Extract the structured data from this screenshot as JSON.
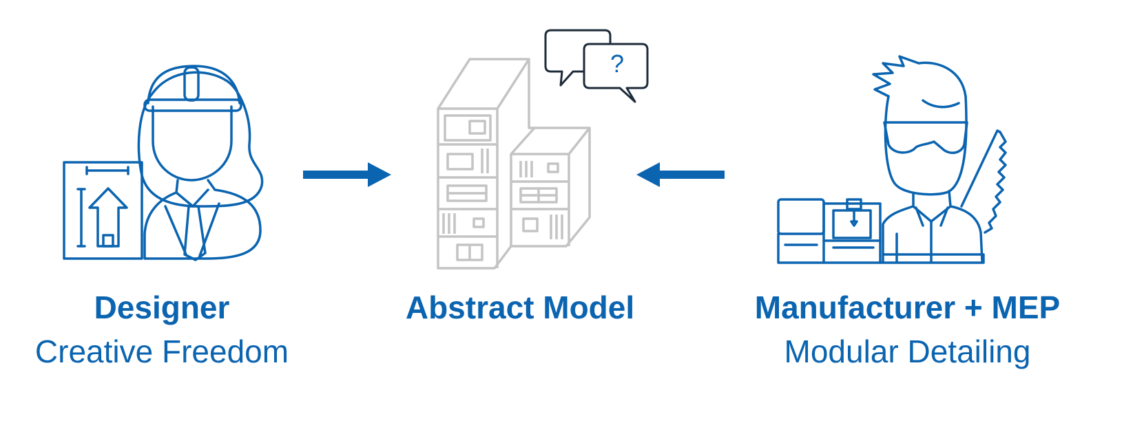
{
  "colors": {
    "primary": "#0b64b0",
    "model_gray": "#c4c4c4",
    "bubble_dark": "#1d2b3a",
    "background": "#ffffff"
  },
  "designer": {
    "title": "Designer",
    "subtitle": "Creative Freedom",
    "icon": "designer-woman-with-blueprint-icon"
  },
  "model": {
    "title": "Abstract Model",
    "icon": "modular-building-icon",
    "bubble_text": "?"
  },
  "manufacturer": {
    "title": "Manufacturer + MEP",
    "subtitle": "Modular Detailing",
    "icon": "manufacturer-with-machine-icon"
  },
  "arrows": {
    "left": "arrow-right-icon",
    "right": "arrow-left-icon"
  }
}
